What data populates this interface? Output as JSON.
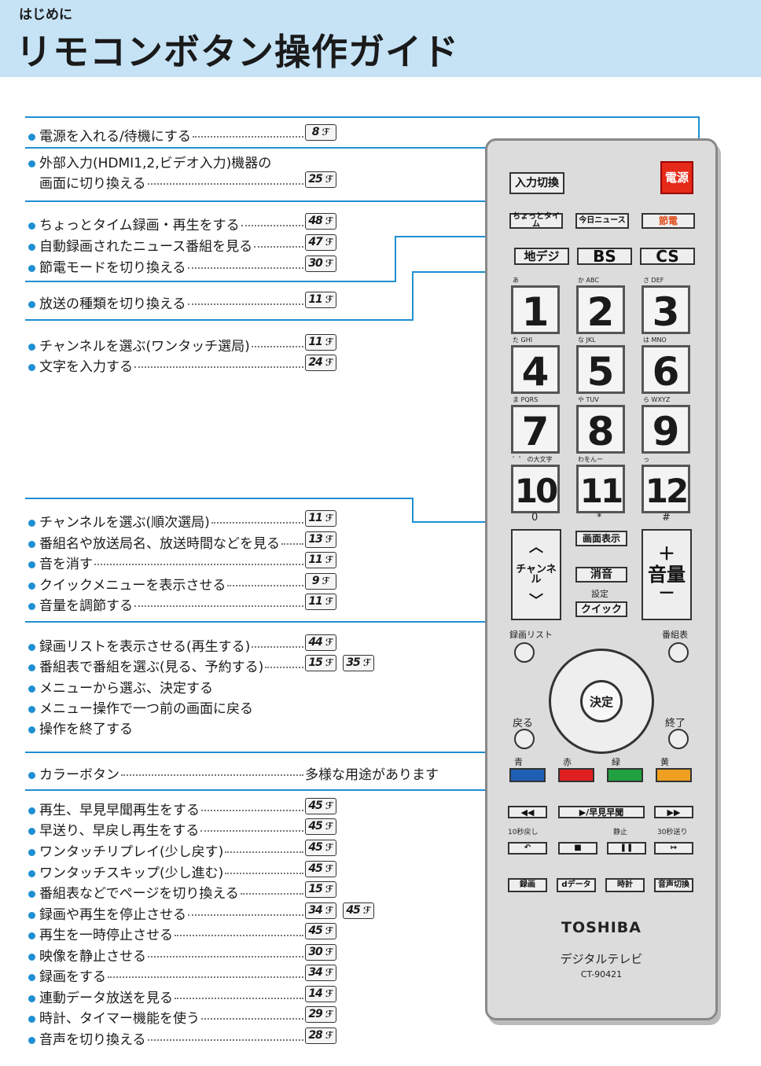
{
  "header": {
    "sub": "はじめに",
    "title": "リモコンボタン操作ガイド"
  },
  "items": [
    {
      "text": "電源を入れる/待機にする",
      "refs": [
        "8"
      ]
    },
    {
      "text": "外部入力(HDMI1,2,ビデオ入力)機器の",
      "refs": []
    },
    {
      "text": "画面に切り換える",
      "refs": [
        "25"
      ],
      "nodot": true
    },
    {
      "text": "ちょっとタイム録画・再生をする",
      "refs": [
        "48"
      ]
    },
    {
      "text": "自動録画されたニュース番組を見る",
      "refs": [
        "47"
      ]
    },
    {
      "text": "節電モードを切り換える",
      "refs": [
        "30"
      ]
    },
    {
      "text": "放送の種類を切り換える",
      "refs": [
        "11"
      ]
    },
    {
      "text": "チャンネルを選ぶ(ワンタッチ選局)",
      "refs": [
        "11"
      ]
    },
    {
      "text": "文字を入力する",
      "refs": [
        "24"
      ]
    },
    {
      "text": "チャンネルを選ぶ(順次選局)",
      "refs": [
        "11"
      ]
    },
    {
      "text": "番組名や放送局名、放送時間などを見る",
      "refs": [
        "13"
      ]
    },
    {
      "text": "音を消す",
      "refs": [
        "11"
      ]
    },
    {
      "text": "クイックメニューを表示させる",
      "refs": [
        "9"
      ]
    },
    {
      "text": "音量を調節する",
      "refs": [
        "11"
      ]
    },
    {
      "text": "録画リストを表示させる(再生する)",
      "refs": [
        "44"
      ]
    },
    {
      "text": "番組表で番組を選ぶ(見る、予約する)",
      "refs": [
        "15",
        "35"
      ]
    },
    {
      "text": "メニューから選ぶ、決定する",
      "refs": []
    },
    {
      "text": "メニュー操作で一つ前の画面に戻る",
      "refs": []
    },
    {
      "text": "操作を終了する",
      "refs": []
    },
    {
      "text": "カラーボタン",
      "refs": [],
      "tail": "多様な用途があります"
    },
    {
      "text": "再生、早見早聞再生をする",
      "refs": [
        "45"
      ]
    },
    {
      "text": "早送り、早戻し再生をする",
      "refs": [
        "45"
      ]
    },
    {
      "text": "ワンタッチリプレイ(少し戻す)",
      "refs": [
        "45"
      ]
    },
    {
      "text": "ワンタッチスキップ(少し進む)",
      "refs": [
        "45"
      ]
    },
    {
      "text": "番組表などでページを切り換える",
      "refs": [
        "15"
      ]
    },
    {
      "text": "録画や再生を停止させる",
      "refs": [
        "34",
        "45"
      ]
    },
    {
      "text": "再生を一時停止させる",
      "refs": [
        "45"
      ]
    },
    {
      "text": "映像を静止させる",
      "refs": [
        "30"
      ]
    },
    {
      "text": "録画をする",
      "refs": [
        "34"
      ]
    },
    {
      "text": "連動データ放送を見る",
      "refs": [
        "14"
      ]
    },
    {
      "text": "時計、タイマー機能を使う",
      "refs": [
        "29"
      ]
    },
    {
      "text": "音声を切り換える",
      "refs": [
        "28"
      ]
    }
  ],
  "remote": {
    "input": "入力切換",
    "power": "電源",
    "row2": [
      "ちょっとタイム",
      "今日ニュース",
      "節電"
    ],
    "bcast": [
      "地デジ",
      "BS",
      "CS"
    ],
    "nums": [
      "1",
      "2",
      "3",
      "4",
      "5",
      "6",
      "7",
      "8",
      "9",
      "10",
      "11",
      "12"
    ],
    "numtop": [
      "あ",
      "か ABC",
      "さ DEF",
      "た GHI",
      "な JKL",
      "は MNO",
      "ま PQRS",
      "や TUV",
      "ら WXYZ",
      "゛゜ の大文字",
      "わをんー",
      "っ"
    ],
    "numbottom": [
      "0",
      "*",
      "#"
    ],
    "channel": "チャンネル",
    "volume": "音量",
    "info": "画面表示",
    "mute": "消音",
    "setting": "設定",
    "quick": "クイック",
    "reclist": "録画リスト",
    "guide": "番組表",
    "enter": "決定",
    "back": "戻る",
    "exit": "終了",
    "colors": [
      "青",
      "赤",
      "緑",
      "黄"
    ],
    "colorhex": [
      "#1e5fb4",
      "#e02020",
      "#20a040",
      "#f0a020"
    ],
    "play": "▶/早見早聞",
    "skiplabels": [
      "10秒戻し",
      "静止",
      "30秒送り"
    ],
    "bottom": [
      "録画",
      "dデータ",
      "時計",
      "音声切換"
    ],
    "brand": "TOSHIBA",
    "product": "デジタルテレビ",
    "model": "CT-90421"
  }
}
